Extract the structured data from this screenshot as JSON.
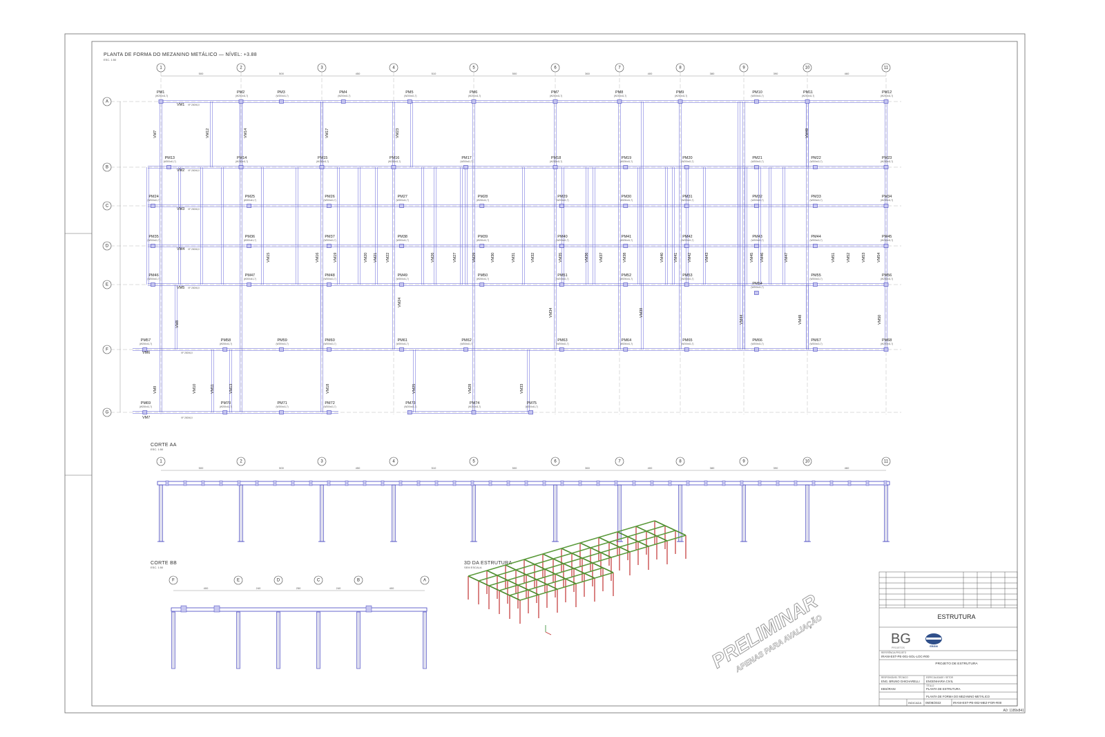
{
  "plan": {
    "title": "PLANTA DE FORMA DO MEZANINO METÁLICO — NÍVEL: +3.88",
    "scale": "ESC. 1:50",
    "grid_numbers": [
      "1",
      "2",
      "3",
      "4",
      "5",
      "6",
      "7",
      "8",
      "9",
      "10",
      "11"
    ],
    "grid_letters": [
      "A",
      "B",
      "C",
      "D",
      "E",
      "F",
      "G"
    ],
    "dims": [
      "500",
      "500",
      "450",
      "510",
      "500",
      "360",
      "400",
      "380",
      "390",
      "460"
    ],
    "column_tag": "(W200x41,7)",
    "beam_tag": "VF 200X6,0",
    "columns": [
      {
        "name": "PM1",
        "g": "1-A"
      },
      {
        "name": "PM2",
        "g": "2-A"
      },
      {
        "name": "PM3",
        "g": "2.5-A"
      },
      {
        "name": "PM4",
        "g": "3.3-A"
      },
      {
        "name": "PM5",
        "g": "4.2-A"
      },
      {
        "name": "PM6",
        "g": "5-A"
      },
      {
        "name": "PM7",
        "g": "6-A"
      },
      {
        "name": "PM8",
        "g": "7-A"
      },
      {
        "name": "PM9",
        "g": "8-A"
      },
      {
        "name": "PM10",
        "g": "9.2-A"
      },
      {
        "name": "PM11",
        "g": "10-A"
      },
      {
        "name": "PM12",
        "g": "11-A"
      },
      {
        "name": "PM13",
        "g": "1.1-B"
      },
      {
        "name": "PM14",
        "g": "2-B"
      },
      {
        "name": "PM15",
        "g": "3-B"
      },
      {
        "name": "PM16",
        "g": "4-B"
      },
      {
        "name": "PM17",
        "g": "4.9-B"
      },
      {
        "name": "PM18",
        "g": "6-B"
      },
      {
        "name": "PM19",
        "g": "7.1-B"
      },
      {
        "name": "PM20",
        "g": "8.1-B"
      },
      {
        "name": "PM21",
        "g": "9.2-B"
      },
      {
        "name": "PM22",
        "g": "10.1-B"
      },
      {
        "name": "PM23",
        "g": "11-B"
      },
      {
        "name": "PM24",
        "g": "0.9-C"
      },
      {
        "name": "PM25",
        "g": "2.1-C"
      },
      {
        "name": "PM26",
        "g": "3.1-C"
      },
      {
        "name": "PM27",
        "g": "4.1-C"
      },
      {
        "name": "PM28",
        "g": "5.1-C"
      },
      {
        "name": "PM29",
        "g": "6.1-C"
      },
      {
        "name": "PM30",
        "g": "7.1-C"
      },
      {
        "name": "PM31",
        "g": "8.1-C"
      },
      {
        "name": "PM32",
        "g": "9.2-C"
      },
      {
        "name": "PM33",
        "g": "10.1-C"
      },
      {
        "name": "PM34",
        "g": "11-C"
      },
      {
        "name": "PM35",
        "g": "0.9-D"
      },
      {
        "name": "PM36",
        "g": "2.1-D"
      },
      {
        "name": "PM37",
        "g": "3.1-D"
      },
      {
        "name": "PM38",
        "g": "4.1-D"
      },
      {
        "name": "PM39",
        "g": "5.1-D"
      },
      {
        "name": "PM40",
        "g": "6.1-D"
      },
      {
        "name": "PM41",
        "g": "7.1-D"
      },
      {
        "name": "PM42",
        "g": "8.1-D"
      },
      {
        "name": "PM43",
        "g": "9.2-D"
      },
      {
        "name": "PM44",
        "g": "10.1-D"
      },
      {
        "name": "PM45",
        "g": "11-D"
      },
      {
        "name": "PM46",
        "g": "0.9-E"
      },
      {
        "name": "PM47",
        "g": "2.1-E"
      },
      {
        "name": "PM48",
        "g": "3.1-E"
      },
      {
        "name": "PM49",
        "g": "4.1-E"
      },
      {
        "name": "PM50",
        "g": "5.1-E"
      },
      {
        "name": "PM51",
        "g": "6.1-E"
      },
      {
        "name": "PM52",
        "g": "7.1-E"
      },
      {
        "name": "PM53",
        "g": "8.1-E"
      },
      {
        "name": "PM54",
        "g": "9.2-E2"
      },
      {
        "name": "PM55",
        "g": "10.1-E"
      },
      {
        "name": "PM56",
        "g": "11-E"
      },
      {
        "name": "PM57",
        "g": "0.8-F"
      },
      {
        "name": "PM58",
        "g": "1.8-F"
      },
      {
        "name": "PM59",
        "g": "2.5-F"
      },
      {
        "name": "PM60",
        "g": "3.1-F"
      },
      {
        "name": "PM61",
        "g": "4.1-F"
      },
      {
        "name": "PM62",
        "g": "4.9-F"
      },
      {
        "name": "PM63",
        "g": "6.1-F"
      },
      {
        "name": "PM64",
        "g": "7.1-F"
      },
      {
        "name": "PM65",
        "g": "8.1-F"
      },
      {
        "name": "PM66",
        "g": "9.2-F"
      },
      {
        "name": "PM67",
        "g": "10.1-F"
      },
      {
        "name": "PM68",
        "g": "11-F"
      },
      {
        "name": "PM69",
        "g": "0.8-G"
      },
      {
        "name": "PM70",
        "g": "1.8-G"
      },
      {
        "name": "PM71",
        "g": "2.5-G"
      },
      {
        "name": "PM72",
        "g": "3.1-G"
      },
      {
        "name": "PM73",
        "g": "4.2-G"
      },
      {
        "name": "PM74",
        "g": "5-G"
      },
      {
        "name": "PM75",
        "g": "5.7-G"
      }
    ],
    "h_beams": [
      "VM1",
      "VM2",
      "VM3",
      "VM4",
      "VM5",
      "VM6",
      "VM7"
    ],
    "v_beams": [
      "VM7",
      "VM8",
      "VM9",
      "VM10",
      "VM11",
      "VM12",
      "VM13",
      "VM14",
      "VM15",
      "VM16",
      "VM17",
      "VM18",
      "VM19",
      "VM20",
      "VM21",
      "VM22",
      "VM23",
      "VM24",
      "VM25",
      "VM26",
      "VM27",
      "VM28",
      "VM29",
      "VM30",
      "VM31",
      "VM32",
      "VM33",
      "VM34",
      "VM35",
      "VM36",
      "VM37",
      "VM38",
      "VM39",
      "VM40",
      "VM41",
      "VM42",
      "VM43",
      "VM44",
      "VM45",
      "VM46",
      "VM47",
      "VM48",
      "VM49",
      "VM50",
      "VM51",
      "VM52",
      "VM53",
      "VM54"
    ]
  },
  "section_aa": {
    "title": "CORTE AA",
    "scale": "ESC. 1:50",
    "grid_numbers": [
      "1",
      "2",
      "3",
      "4",
      "5",
      "6",
      "7",
      "8",
      "9",
      "10",
      "11"
    ],
    "dims": [
      "500",
      "500",
      "450",
      "510",
      "500",
      "360",
      "400",
      "380",
      "390",
      "460"
    ]
  },
  "section_bb": {
    "title": "CORTE BB",
    "scale": "ESC. 1:50",
    "grid_letters": [
      "F",
      "E",
      "D",
      "C",
      "B",
      "A"
    ],
    "dims": [
      "400",
      "240",
      "250",
      "240",
      "400"
    ]
  },
  "view_3d": {
    "title": "3D DA ESTRUTURA",
    "scale": "SEM ESCALA"
  },
  "watermark": {
    "line1": "PRELIMINAR",
    "line2": "APENAS PARA AVALIAÇÃO"
  },
  "title_block": {
    "discipline": "ESTRUTURA",
    "company": "BG",
    "company_sub": "PROJETOS",
    "client_logo": "EBSM",
    "ref_label": "REFERÊNCIA PROJETO",
    "ref_code": "IRANI-EST-PE-001-SOL-LOC-R00",
    "project": "PROJETO DE ESTRUTURA",
    "resp_label": "RESPONSÁVEL TÉCNICO",
    "resp_name": "ENG. BRUNO GHICHARELLI",
    "spec_label": "ESPECIALIDADE / SETOR",
    "spec_name": "ENGENHARIA CIVIL",
    "subject_label": "TÍTULO",
    "subject": "PLANTA DE ESTRUTURA",
    "sheet_title": "PLANTA DE FORMA DO MEZANINO METÁLICO",
    "client": "EBS/IRANI",
    "date": "05/08/2022",
    "scale_val": "INDICADA",
    "drawing_no": "IRANI-EST-PE-002-MEZ-FOR-R00",
    "format": "A0: 1189x841"
  }
}
